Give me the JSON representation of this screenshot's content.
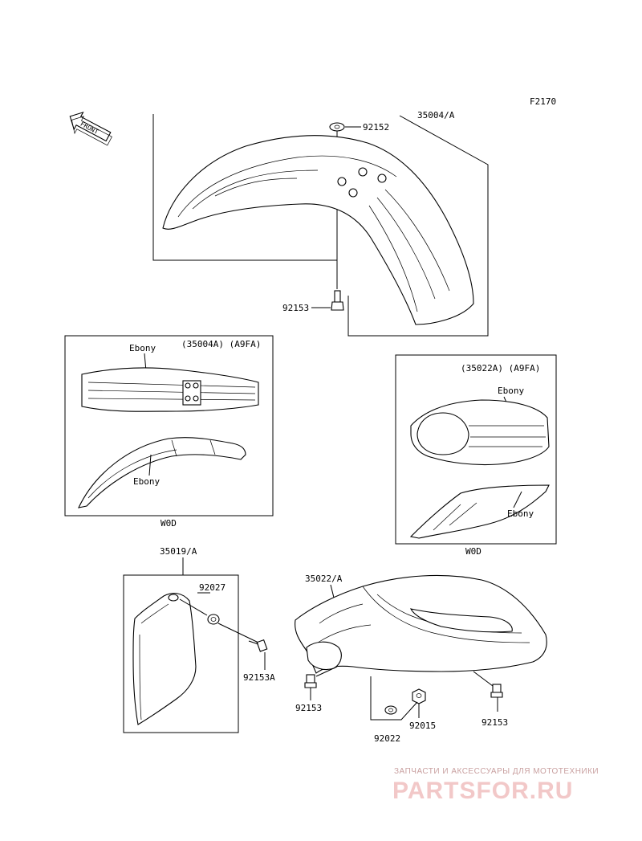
{
  "diagram": {
    "code": "F2170",
    "front_label": "FRONT",
    "labels": {
      "p35004": "35004/A",
      "p92152": "92152",
      "p92153_top": "92153",
      "box1_title": "(35004A) (A9FA)",
      "box1_ebony_top": "Ebony",
      "box1_ebony_bottom": "Ebony",
      "box1_caption": "W0D",
      "box2_title": "(35022A) (A9FA)",
      "box2_ebony_top": "Ebony",
      "box2_ebony_bottom": "Ebony",
      "box2_caption": "W0D",
      "p35019": "35019/A",
      "p92027": "92027",
      "p92153A": "92153A",
      "p35022": "35022/A",
      "p92153_left": "92153",
      "p92153_right": "92153",
      "p92022": "92022",
      "p92015": "92015"
    }
  },
  "watermark": {
    "tagline": "ЗАПЧАСТИ И АКСЕССУАРЫ ДЛЯ МОТОТЕХНИКИ",
    "logo": "PARTSFOR.RU"
  }
}
